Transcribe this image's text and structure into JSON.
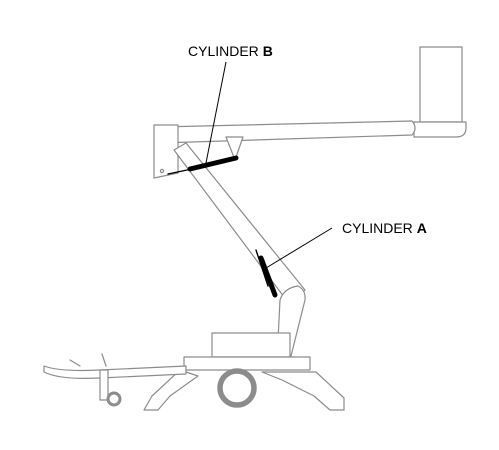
{
  "labels": {
    "cylinder_b": {
      "prefix": "CYLINDER",
      "letter": "B"
    },
    "cylinder_a": {
      "prefix": "CYLINDER",
      "letter": "A"
    }
  },
  "colors": {
    "outline": "#8c8c8c",
    "cylinder": "#000000",
    "background": "#ffffff"
  }
}
